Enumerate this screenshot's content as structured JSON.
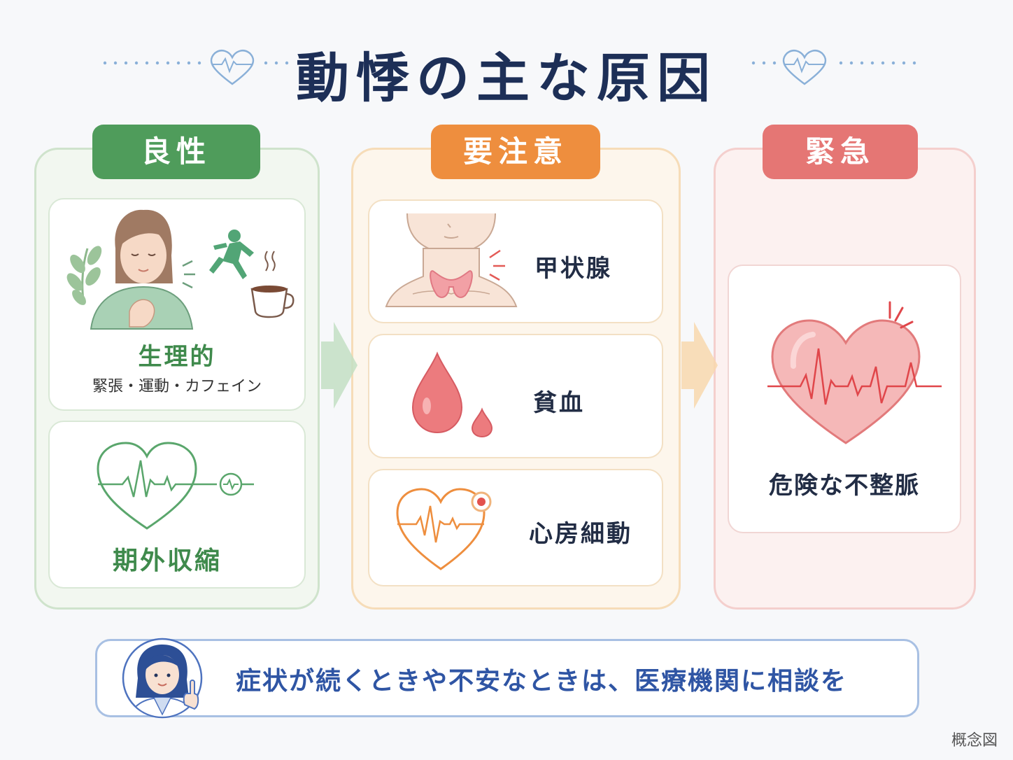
{
  "title": "動悸の主な原因",
  "columns": {
    "benign": {
      "label": "良性",
      "items": [
        {
          "title": "生理的",
          "subtitle": "緊張・運動・カフェイン"
        },
        {
          "title": "期外収縮"
        }
      ]
    },
    "caution": {
      "label": "要注意",
      "items": [
        {
          "title": "甲状腺"
        },
        {
          "title": "貧血"
        },
        {
          "title": "心房細動"
        }
      ]
    },
    "urgent": {
      "label": "緊急",
      "items": [
        {
          "title": "危険な不整脈"
        }
      ]
    }
  },
  "advice": "症状が続くときや不安なときは、医療機関に相談を",
  "footnote": "概念図",
  "colors": {
    "benign": "#4f9c5b",
    "caution": "#ee8e3e",
    "urgent": "#e57674",
    "title": "#1d2f57",
    "advice": "#2f55a4"
  }
}
